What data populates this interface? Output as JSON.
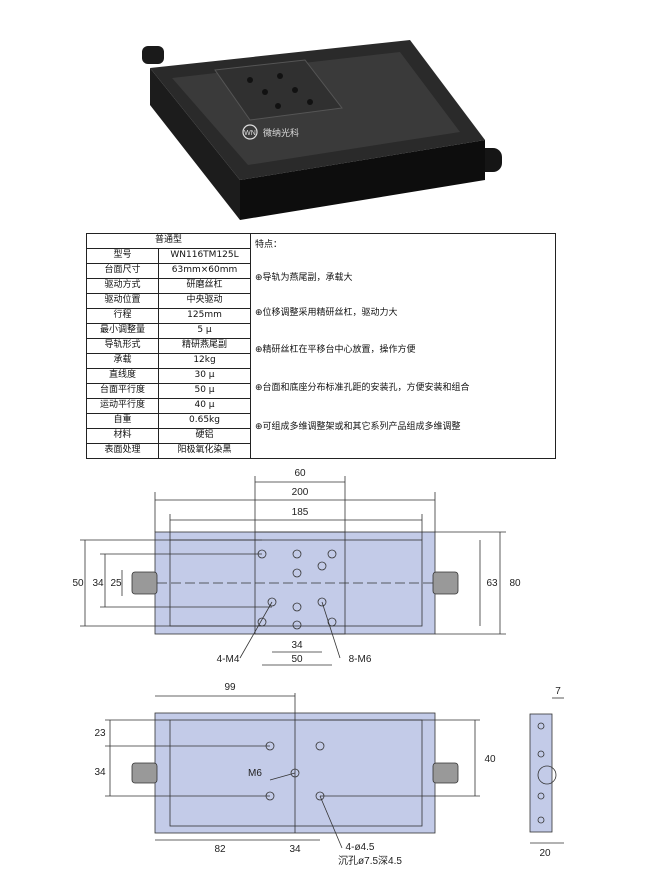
{
  "product": {
    "logo_text": "WN",
    "brand_text": "微纳光科"
  },
  "spec_table": {
    "header": "普通型",
    "rows": [
      {
        "label": "型号",
        "value": "WN116TM125L"
      },
      {
        "label": "台面尺寸",
        "value": "63mm×60mm"
      },
      {
        "label": "驱动方式",
        "value": "研磨丝杠"
      },
      {
        "label": "驱动位置",
        "value": "中央驱动"
      },
      {
        "label": "行程",
        "value": "125mm"
      },
      {
        "label": "最小调整量",
        "value": "5 μ"
      },
      {
        "label": "导轨形式",
        "value": "精研燕尾副"
      },
      {
        "label": "承载",
        "value": "12kg"
      },
      {
        "label": "直线度",
        "value": "30 μ"
      },
      {
        "label": "台面平行度",
        "value": "50 μ"
      },
      {
        "label": "运动平行度",
        "value": "40 μ"
      },
      {
        "label": "自重",
        "value": "0.65kg"
      },
      {
        "label": "材料",
        "value": "硬铝"
      },
      {
        "label": "表面处理",
        "value": "阳极氧化染黑"
      }
    ],
    "features_title": "特点：",
    "features": [
      "⊕导轨为燕尾副，承载大",
      "⊕位移调整采用精研丝杠，驱动力大",
      "⊕精研丝杠在平移台中心放置，操作方便",
      "⊕台面和底座分布标准孔距的安装孔，方便安装和组合",
      "⊕可组成多维调整架或和其它系列产品组成多维调整"
    ]
  },
  "drawing_top": {
    "dims": {
      "d60": "60",
      "d200": "200",
      "d185": "185",
      "d50": "50",
      "d34": "34",
      "d25": "25",
      "d80": "80",
      "d63": "63",
      "d34b": "34",
      "d50b": "50"
    },
    "labels": {
      "m4": "4-M4",
      "m6": "8-M6"
    }
  },
  "drawing_bottom": {
    "dims": {
      "d99": "99",
      "d23": "23",
      "d34": "34",
      "d40": "40",
      "d82": "82",
      "d34b": "34",
      "d7": "7",
      "d20": "20"
    },
    "labels": {
      "m6": "M6",
      "hole": "4-ø4.5",
      "counter": "沉孔ø7.5深4.5"
    }
  }
}
